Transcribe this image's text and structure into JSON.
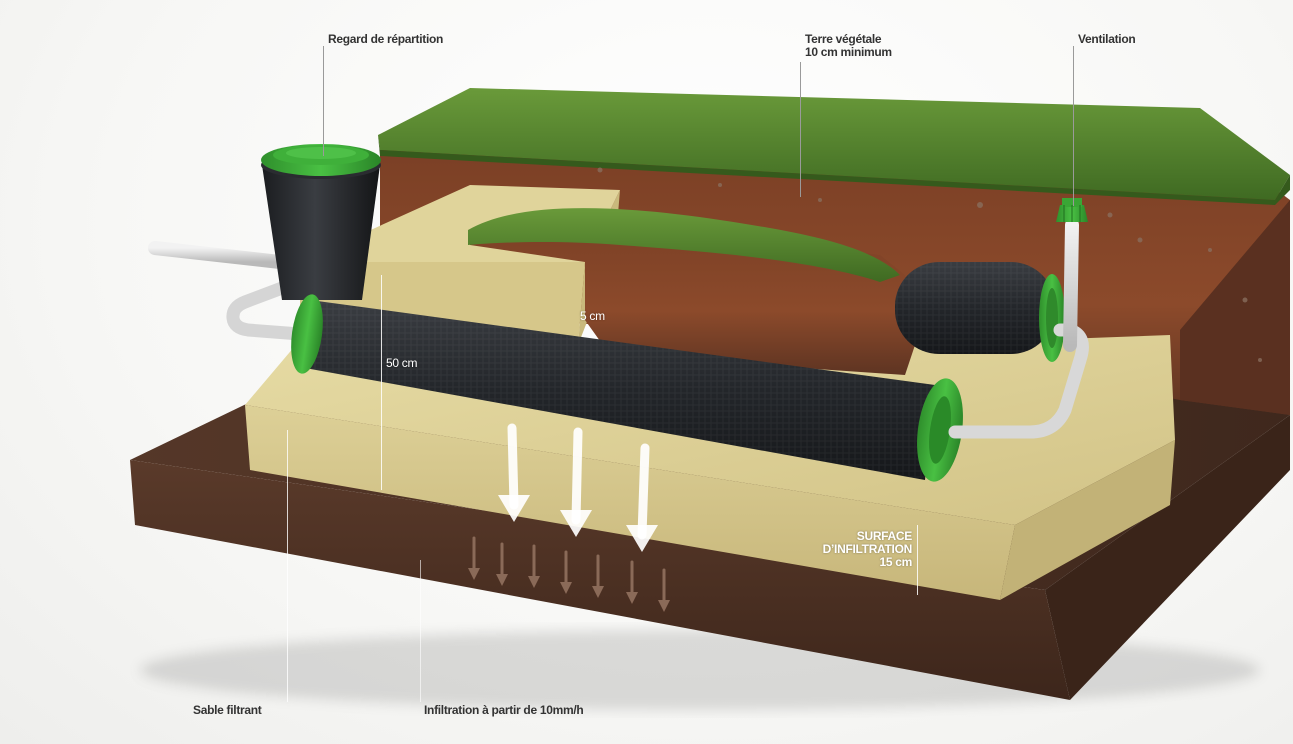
{
  "labels": {
    "regard": "Regard de répartition",
    "terre_line1": "Terre végétale",
    "terre_line2": "10 cm minimum",
    "ventilation": "Ventilation",
    "dim_5cm": "5 cm",
    "dim_50cm": "50 cm",
    "surface_line1": "SURFACE",
    "surface_line2": "D’INFILTRATION",
    "surface_line3": "15 cm",
    "sable": "Sable filtrant",
    "infiltration": "Infiltration à partir de 10mm/h"
  },
  "colors": {
    "grass": "#4f7d2a",
    "topsoil": "#6e3a22",
    "sand": "#d8c98c",
    "subsoil": "#4a2f22",
    "pipe_sleeve": "#26282b",
    "end_cap": "#3aa635",
    "pvc_pipe": "#dcdcdc"
  }
}
